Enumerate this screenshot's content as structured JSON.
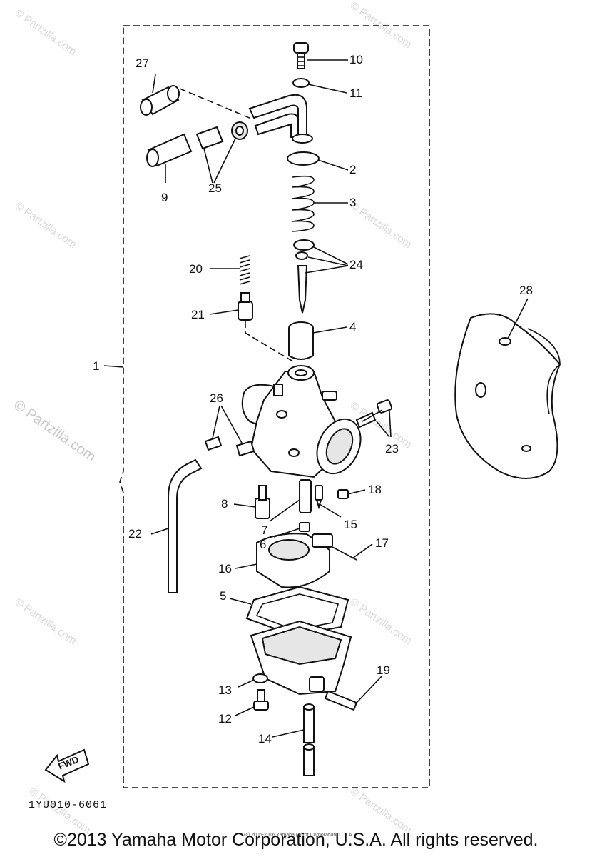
{
  "watermark": {
    "text": "© Partzilla.com"
  },
  "diagram_ref": "1YU010-6061",
  "fwd_label": "FWD",
  "small_print": "(c) 2005-2016 Yamaha Motor Corporation, U.S.A.",
  "copyright": "©2013 Yamaha Motor Corporation, U.S.A. All rights reserved.",
  "callouts": {
    "c1": "1",
    "c2": "2",
    "c3": "3",
    "c4": "4",
    "c5": "5",
    "c6": "6",
    "c7": "7",
    "c8": "8",
    "c9": "9",
    "c10": "10",
    "c11": "11",
    "c12": "12",
    "c13": "13",
    "c14": "14",
    "c15": "15",
    "c16": "16",
    "c17": "17",
    "c18": "18",
    "c19": "19",
    "c20": "20",
    "c21": "21",
    "c22": "22",
    "c23": "23",
    "c24": "24",
    "c25": "25",
    "c26": "26",
    "c27": "27",
    "c28": "28"
  }
}
